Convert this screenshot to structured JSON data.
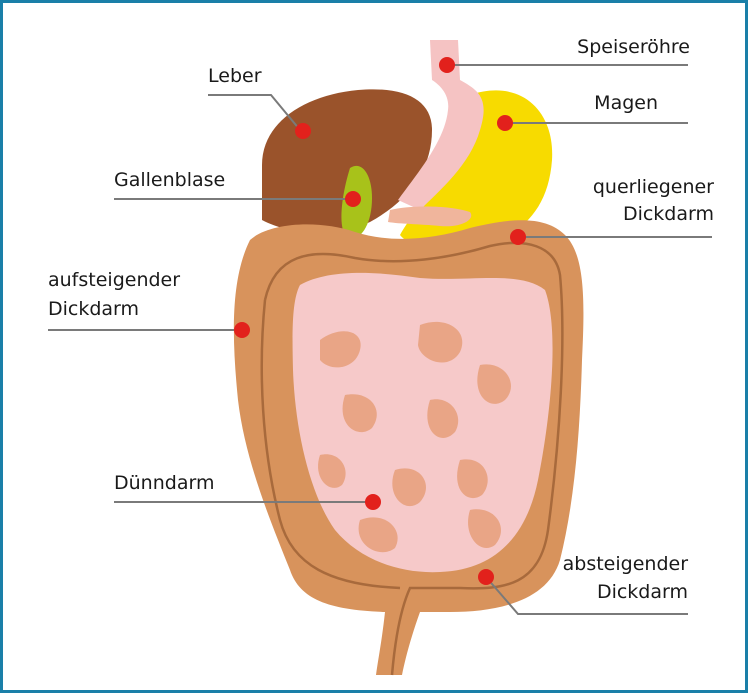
{
  "labels": {
    "speiseroehre": "Speiseröhre",
    "magen": "Magen",
    "leber": "Leber",
    "gallenblase": "Gallenblase",
    "querliegender_line1": "querliegener",
    "querliegender_line2": "Dickdarm",
    "aufsteigender_line1": "aufsteigender",
    "aufsteigender_line2": "Dickdarm",
    "duenndarm": "Dünndarm",
    "absteigender_line1": "absteigender",
    "absteigender_line2": "Dickdarm"
  },
  "colors": {
    "frame": "#1a7fa8",
    "liver": "#9a532b",
    "stomach": "#f7db00",
    "esophagus": "#f5c3c3",
    "gallbladder": "#a8c21a",
    "colon": "#d8935c",
    "colon_line": "#a86a3c",
    "small_intestine": "#f6c9c9",
    "small_intestine_dark": "#e9a586",
    "marker": "#e2211c",
    "leader": "#7a7a7a"
  }
}
